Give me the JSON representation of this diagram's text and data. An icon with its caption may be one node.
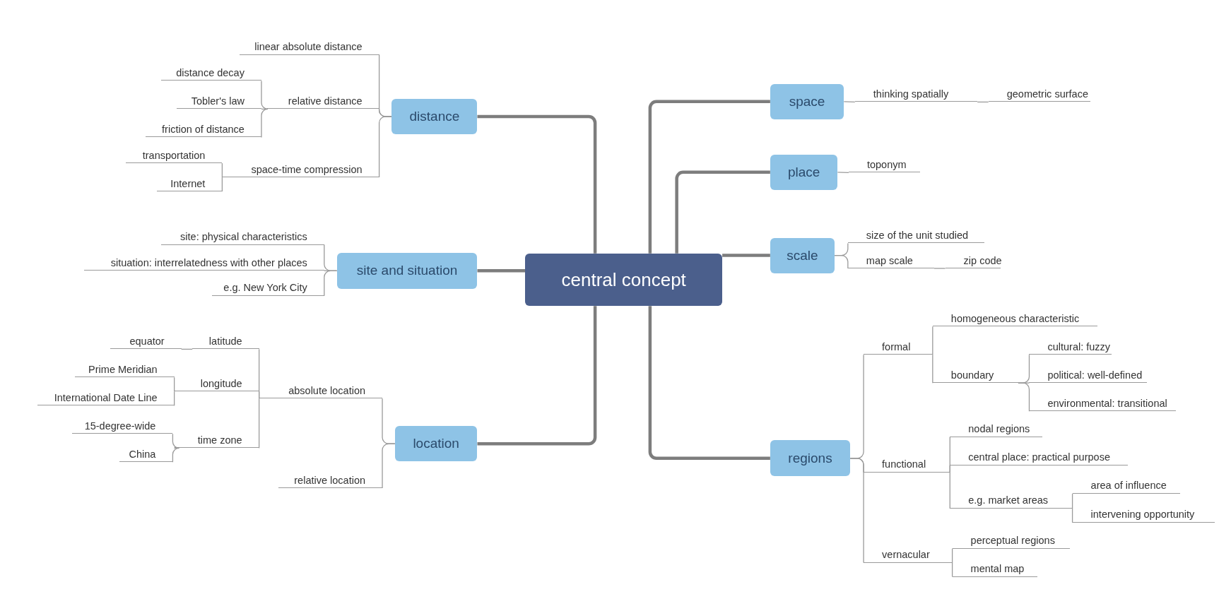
{
  "diagram": {
    "nodes": [
      {
        "text": [
          "central concept"
        ]
      },
      {
        "text": [
          "distance"
        ]
      },
      {
        "text": [
          "linear absolute distance"
        ]
      },
      {
        "text": [
          "relative distance"
        ]
      },
      {
        "text": [
          "distance decay"
        ]
      },
      {
        "text": [
          "Tobler's law"
        ]
      },
      {
        "text": [
          "friction of distance"
        ]
      },
      {
        "text": [
          "space-time compression"
        ]
      },
      {
        "text": [
          "transportation"
        ]
      },
      {
        "text": [
          "Internet"
        ]
      },
      {
        "text": [
          "site and situation"
        ]
      },
      {
        "text": [
          "site: physical characteristics"
        ]
      },
      {
        "text": [
          "situation: interrelatedness with other places"
        ]
      },
      {
        "text": [
          "e.g. New York City"
        ]
      },
      {
        "text": [
          "location"
        ]
      },
      {
        "text": [
          "absolute location"
        ]
      },
      {
        "text": [
          "latitude"
        ]
      },
      {
        "text": [
          "equator"
        ]
      },
      {
        "text": [
          "longitude"
        ]
      },
      {
        "text": [
          "Prime Meridian"
        ]
      },
      {
        "text": [
          "International Date Line"
        ]
      },
      {
        "text": [
          "time zone"
        ]
      },
      {
        "text": [
          "15-degree-wide"
        ]
      },
      {
        "text": [
          "China"
        ]
      },
      {
        "text": [
          "relative location"
        ]
      },
      {
        "text": [
          "space"
        ]
      },
      {
        "text": [
          "thinking spatially"
        ]
      },
      {
        "text": [
          "geometric surface"
        ]
      },
      {
        "text": [
          "place"
        ]
      },
      {
        "text": [
          "toponym"
        ]
      },
      {
        "text": [
          "scale"
        ]
      },
      {
        "text": [
          "size of the unit studied"
        ]
      },
      {
        "text": [
          "map scale"
        ]
      },
      {
        "text": [
          "zip code"
        ]
      },
      {
        "text": [
          "regions"
        ]
      },
      {
        "text": [
          "formal"
        ]
      },
      {
        "text": [
          "homogeneous characteristic"
        ]
      },
      {
        "text": [
          "boundary"
        ]
      },
      {
        "text": [
          "cultural: fuzzy"
        ]
      },
      {
        "text": [
          "political: well-defined"
        ]
      },
      {
        "text": [
          "environmental: transitional"
        ]
      },
      {
        "text": [
          "functional"
        ]
      },
      {
        "text": [
          "nodal regions"
        ]
      },
      {
        "text": [
          "central place: practical purpose"
        ]
      },
      {
        "text": [
          "e.g. market areas"
        ]
      },
      {
        "text": [
          "area of influence"
        ]
      },
      {
        "text": [
          "intervening opportunity"
        ]
      },
      {
        "text": [
          "vernacular"
        ]
      },
      {
        "text": [
          "perceptual regions"
        ]
      },
      {
        "text": [
          "mental map"
        ]
      }
    ],
    "edges": [
      {
        "from": 0,
        "to": 1,
        "arrow": "none",
        "style": "thick"
      },
      {
        "from": 0,
        "to": 10,
        "arrow": "none",
        "style": "thick"
      },
      {
        "from": 0,
        "to": 14,
        "arrow": "none",
        "style": "thick"
      },
      {
        "from": 0,
        "to": 25,
        "arrow": "none",
        "style": "thick"
      },
      {
        "from": 0,
        "to": 28,
        "arrow": "none",
        "style": "thick"
      },
      {
        "from": 0,
        "to": 30,
        "arrow": "none",
        "style": "thick"
      },
      {
        "from": 0,
        "to": 34,
        "arrow": "none",
        "style": "thick"
      },
      {
        "from": 1,
        "to": 2,
        "arrow": "none"
      },
      {
        "from": 1,
        "to": 3,
        "arrow": "none"
      },
      {
        "from": 3,
        "to": 4,
        "arrow": "none"
      },
      {
        "from": 3,
        "to": 5,
        "arrow": "none"
      },
      {
        "from": 3,
        "to": 6,
        "arrow": "none"
      },
      {
        "from": 1,
        "to": 7,
        "arrow": "none"
      },
      {
        "from": 7,
        "to": 8,
        "arrow": "none"
      },
      {
        "from": 7,
        "to": 9,
        "arrow": "none"
      },
      {
        "from": 10,
        "to": 11,
        "arrow": "none"
      },
      {
        "from": 10,
        "to": 12,
        "arrow": "none"
      },
      {
        "from": 10,
        "to": 13,
        "arrow": "none"
      },
      {
        "from": 14,
        "to": 15,
        "arrow": "none"
      },
      {
        "from": 15,
        "to": 16,
        "arrow": "none"
      },
      {
        "from": 16,
        "to": 17,
        "arrow": "none"
      },
      {
        "from": 15,
        "to": 18,
        "arrow": "none"
      },
      {
        "from": 18,
        "to": 19,
        "arrow": "none"
      },
      {
        "from": 18,
        "to": 20,
        "arrow": "none"
      },
      {
        "from": 15,
        "to": 21,
        "arrow": "none"
      },
      {
        "from": 21,
        "to": 22,
        "arrow": "none"
      },
      {
        "from": 21,
        "to": 23,
        "arrow": "none"
      },
      {
        "from": 14,
        "to": 24,
        "arrow": "none"
      },
      {
        "from": 25,
        "to": 26,
        "arrow": "none"
      },
      {
        "from": 26,
        "to": 27,
        "arrow": "none"
      },
      {
        "from": 28,
        "to": 29,
        "arrow": "none"
      },
      {
        "from": 30,
        "to": 31,
        "arrow": "none"
      },
      {
        "from": 30,
        "to": 32,
        "arrow": "none"
      },
      {
        "from": 32,
        "to": 33,
        "arrow": "none"
      },
      {
        "from": 34,
        "to": 35,
        "arrow": "none"
      },
      {
        "from": 35,
        "to": 36,
        "arrow": "none"
      },
      {
        "from": 35,
        "to": 37,
        "arrow": "none"
      },
      {
        "from": 37,
        "to": 38,
        "arrow": "none"
      },
      {
        "from": 37,
        "to": 39,
        "arrow": "none"
      },
      {
        "from": 37,
        "to": 40,
        "arrow": "none"
      },
      {
        "from": 34,
        "to": 41,
        "arrow": "none"
      },
      {
        "from": 41,
        "to": 42,
        "arrow": "none"
      },
      {
        "from": 41,
        "to": 43,
        "arrow": "none"
      },
      {
        "from": 41,
        "to": 44,
        "arrow": "none"
      },
      {
        "from": 44,
        "to": 45,
        "arrow": "none"
      },
      {
        "from": 44,
        "to": 46,
        "arrow": "none"
      },
      {
        "from": 34,
        "to": 47,
        "arrow": "none"
      },
      {
        "from": 47,
        "to": 48,
        "arrow": "none"
      },
      {
        "from": 47,
        "to": 49,
        "arrow": "none"
      }
    ]
  }
}
